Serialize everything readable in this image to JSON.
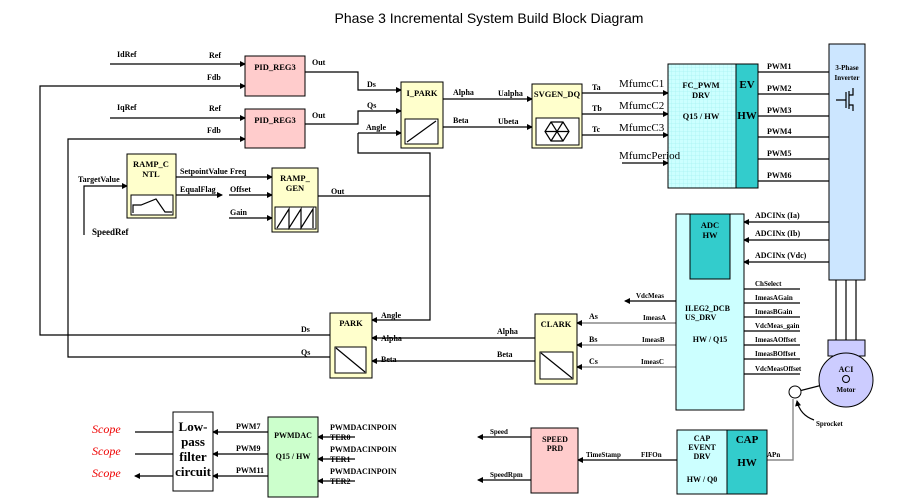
{
  "title": "Phase 3 Incremental System Build Block Diagram",
  "colors": {
    "pid": "#ffcccc",
    "module": "#ffffcc",
    "driver": "#ccffff",
    "hw": "#33cccc",
    "inverter": "#cce6ff",
    "pwmdac": "#ccffcc",
    "motor": "#ccccff",
    "scope": "#ee0000"
  },
  "blocks": {
    "pid_id": "PID_REG3",
    "pid_iq": "PID_REG3",
    "ipark": "I_PARK",
    "svgen": "SVGEN_DQ",
    "fcpwm": {
      "l1": "FC_PWM",
      "l2": "DRV",
      "l3": "Q15 / HW",
      "ev": "EV",
      "hw": "HW"
    },
    "inverter": {
      "l1": "3-Phase",
      "l2": "Inverter"
    },
    "ramp_cntl": {
      "l1": "RAMP_C",
      "l2": "NTL"
    },
    "ramp_gen": {
      "l1": "RAMP_",
      "l2": "GEN"
    },
    "adc": {
      "l1": "ADC",
      "l2": "HW"
    },
    "ileg2": {
      "l1": "ILEG2_DCB",
      "l2": "US_DRV",
      "l3": "HW / Q15"
    },
    "park": "PARK",
    "clark": "CLARK",
    "motor": {
      "l1": "ACI",
      "l2": "Motor"
    },
    "sprocket": "Sprocket",
    "lowpass": {
      "l1": "Low-",
      "l2": "pass",
      "l3": "filter",
      "l4": "circuit"
    },
    "pwmdac": {
      "l1": "PWMDAC",
      "l2": "Q15 / HW"
    },
    "speedprd": {
      "l1": "SPEED",
      "l2": "PRD"
    },
    "capevent": {
      "l1": "CAP",
      "l2": "EVENT",
      "l3": "DRV",
      "l4": "HW / Q0"
    },
    "caphw": {
      "l1": "CAP",
      "l2": "HW"
    }
  },
  "signals": {
    "idref": "IdRef",
    "iqref": "IqRef",
    "ref": "Ref",
    "fdb": "Fdb",
    "out": "Out",
    "ds": "Ds",
    "qs": "Qs",
    "angle": "Angle",
    "alpha": "Alpha",
    "beta": "Beta",
    "ualpha": "Ualpha",
    "ubeta": "Ubeta",
    "ta": "Ta",
    "tb": "Tb",
    "tc": "Tc",
    "mfc1": "MfumcC1",
    "mfc2": "MfumcC2",
    "mfc3": "MfumcC3",
    "mfperiod": "MfumcPeriod",
    "pwm": [
      "PWM1",
      "PWM2",
      "PWM3",
      "PWM4",
      "PWM5",
      "PWM6"
    ],
    "targetvalue": "TargetValue",
    "speedref": "SpeedRef",
    "setpoint": "SetpointValue",
    "freq": "Freq",
    "equalflag": "EqualFlag",
    "offset": "Offset",
    "gain": "Gain",
    "adc_ia": "ADCINx (Ia)",
    "adc_ib": "ADCINx (Ib)",
    "adc_vdc": "ADCINx (Vdc)",
    "adc_in": [
      "ChSelect",
      "ImeasAGain",
      "ImeasBGain",
      "VdcMeas_gain",
      "ImeasAOffset",
      "ImeasBOffset",
      "VdcMeasOffset"
    ],
    "vdcmeas": "VdcMeas",
    "imeasa": "ImeasA",
    "imeasb": "ImeasB",
    "imeasc": "ImeasC",
    "as": "As",
    "bs": "Bs",
    "cs": "Cs",
    "scope": "Scope",
    "pwm7": "PWM7",
    "pwm9": "PWM9",
    "pwm11": "PWM11",
    "dac_in": [
      {
        "a": "PWMDACINPOIN",
        "b": "TER0"
      },
      {
        "a": "PWMDACINPOIN",
        "b": "TER1"
      },
      {
        "a": "PWMDACINPOIN",
        "b": "TER2"
      }
    ],
    "speed": "Speed",
    "speedrpm": "SpeedRpm",
    "timestamp": "TimeStamp",
    "fifon": "FIFOn",
    "capn": "APn"
  }
}
